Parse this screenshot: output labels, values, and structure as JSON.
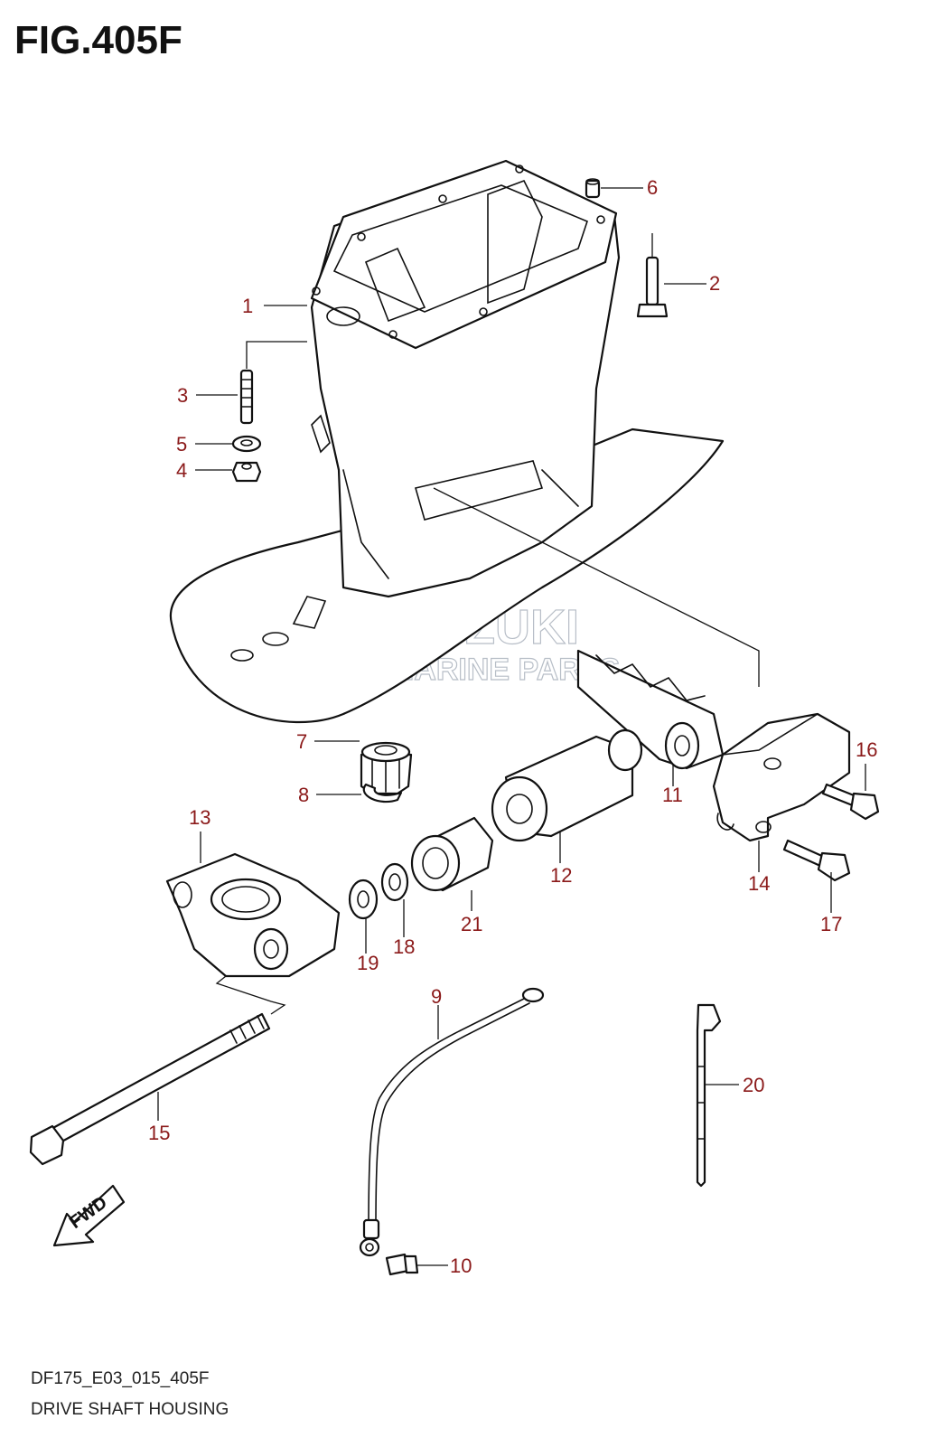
{
  "figure": {
    "title": "FIG.405F",
    "model_code": "DF175_E03_015_405F",
    "section_name": "DRIVE SHAFT HOUSING",
    "arrow_label": "FWD"
  },
  "watermark": {
    "line1": "SUZUKI",
    "line2": "MARINE PARTS"
  },
  "callouts": [
    {
      "id": "1",
      "label": "1"
    },
    {
      "id": "2",
      "label": "2"
    },
    {
      "id": "3",
      "label": "3"
    },
    {
      "id": "4",
      "label": "4"
    },
    {
      "id": "5",
      "label": "5"
    },
    {
      "id": "6",
      "label": "6"
    },
    {
      "id": "7",
      "label": "7"
    },
    {
      "id": "8",
      "label": "8"
    },
    {
      "id": "9",
      "label": "9"
    },
    {
      "id": "10",
      "label": "10"
    },
    {
      "id": "11",
      "label": "11"
    },
    {
      "id": "12",
      "label": "12"
    },
    {
      "id": "13",
      "label": "13"
    },
    {
      "id": "14",
      "label": "14"
    },
    {
      "id": "15",
      "label": "15"
    },
    {
      "id": "16",
      "label": "16"
    },
    {
      "id": "17",
      "label": "17"
    },
    {
      "id": "18",
      "label": "18"
    },
    {
      "id": "19",
      "label": "19"
    },
    {
      "id": "20",
      "label": "20"
    },
    {
      "id": "21",
      "label": "21"
    }
  ],
  "colors": {
    "callout_number": "#8b1a1a",
    "line_art": "#111111",
    "background": "#ffffff"
  }
}
